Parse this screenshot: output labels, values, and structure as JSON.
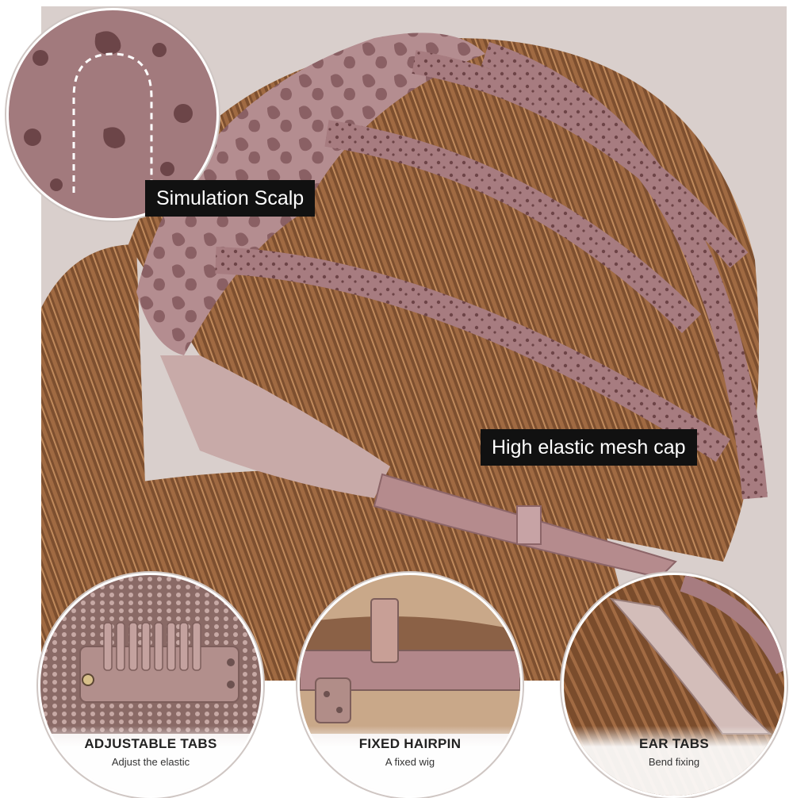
{
  "callouts": {
    "simulation_scalp": "Simulation Scalp",
    "mesh_cap": "High elastic mesh cap"
  },
  "features": [
    {
      "title": "ADJUSTABLE TABS",
      "subtitle": "Adjust the elastic"
    },
    {
      "title": "FIXED HAIRPIN",
      "subtitle": "A fixed wig"
    },
    {
      "title": "EAR TABS",
      "subtitle": "Bend fixing"
    }
  ],
  "colors": {
    "lace": "#a77c80",
    "lace_dark": "#7a5357",
    "hair": "#8a5a36",
    "hair_light": "#c79a6b",
    "label_bg": "#111111",
    "label_text": "#ffffff"
  }
}
